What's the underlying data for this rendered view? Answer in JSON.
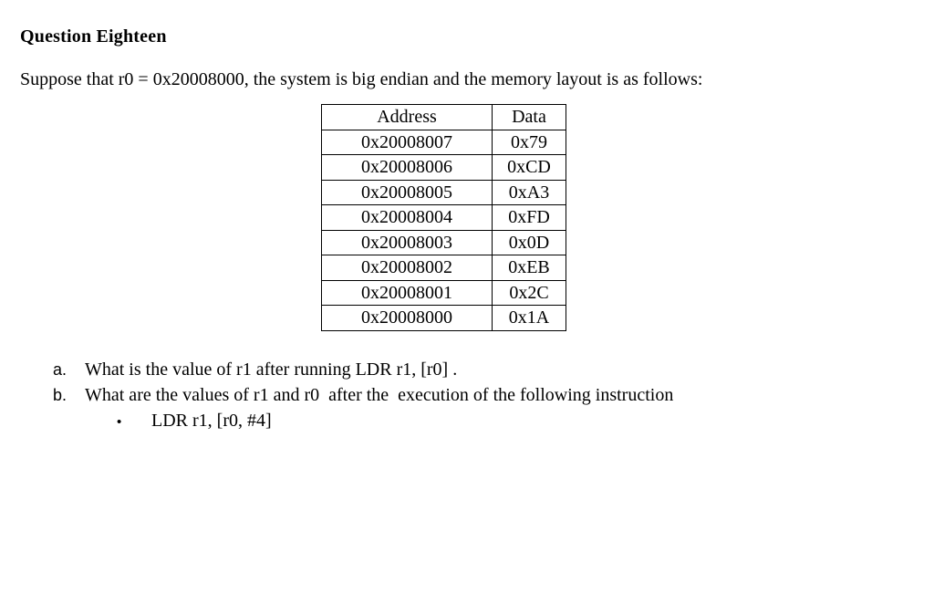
{
  "page": {
    "title": "Question Eighteen",
    "intro": "Suppose that r0 = 0x20008000, the system is big endian and the memory layout is as follows:"
  },
  "memory_table": {
    "headers": [
      "Address",
      "Data"
    ],
    "rows": [
      [
        "0x20008007",
        "0x79"
      ],
      [
        "0x20008006",
        "0xCD"
      ],
      [
        "0x20008005",
        "0xA3"
      ],
      [
        "0x20008004",
        "0xFD"
      ],
      [
        "0x20008003",
        "0x0D"
      ],
      [
        "0x20008002",
        "0xEB"
      ],
      [
        "0x20008001",
        "0x2C"
      ],
      [
        "0x20008000",
        "0x1A"
      ]
    ]
  },
  "questions": {
    "a": {
      "marker": "a.",
      "text": "What is the value of r1 after running LDR r1, [r0] ."
    },
    "b": {
      "marker": "b.",
      "text": "What are the values of r1 and r0  after the  execution of the following instruction"
    },
    "b_bullet": {
      "marker": "•",
      "text": "LDR r1, [r0, #4]"
    }
  },
  "colors": {
    "text": "#000000",
    "background": "#ffffff",
    "table_border": "#000000"
  }
}
